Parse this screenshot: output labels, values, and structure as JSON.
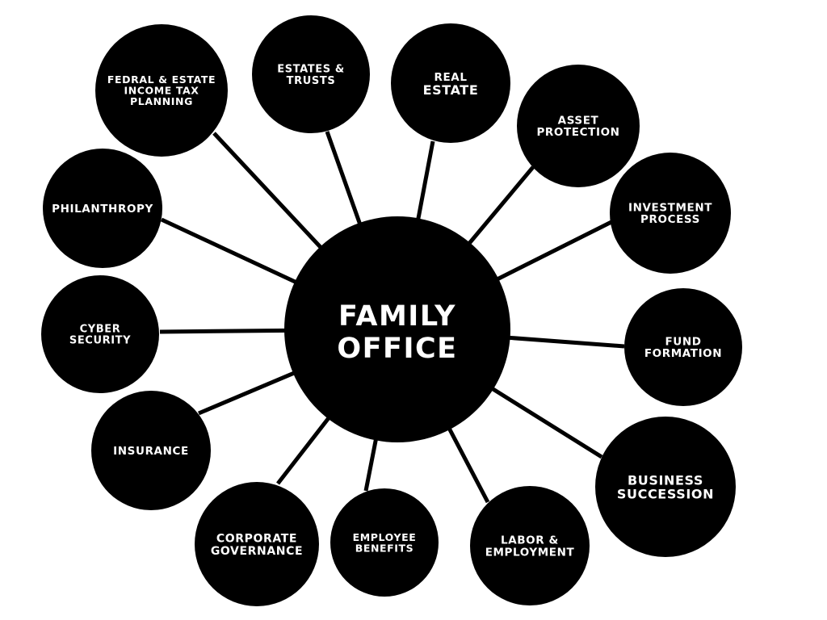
{
  "center": {
    "lines": [
      "FAMILY",
      "OFFICE"
    ]
  },
  "nodes": [
    {
      "id": "fedral-estate-income-tax-planning",
      "lines": [
        "FEDRAL & ESTATE",
        "INCOME TAX",
        "PLANNING"
      ]
    },
    {
      "id": "estates-trusts",
      "lines": [
        "ESTATES &",
        "TRUSTS"
      ]
    },
    {
      "id": "real-estate",
      "lines": [
        "REAL",
        "ESTATE"
      ]
    },
    {
      "id": "asset-protection",
      "lines": [
        "ASSET",
        "PROTECTION"
      ]
    },
    {
      "id": "investment-process",
      "lines": [
        "INVESTMENT",
        "PROCESS"
      ]
    },
    {
      "id": "fund-formation",
      "lines": [
        "FUND",
        "FORMATION"
      ]
    },
    {
      "id": "business-succession",
      "lines": [
        "BUSINESS",
        "SUCCESSION"
      ]
    },
    {
      "id": "labor-employment",
      "lines": [
        "LABOR &",
        "EMPLOYMENT"
      ]
    },
    {
      "id": "employee-benefits",
      "lines": [
        "EMPLOYEE",
        "BENEFITS"
      ]
    },
    {
      "id": "corporate-governance",
      "lines": [
        "CORPORATE",
        "GOVERNANCE"
      ]
    },
    {
      "id": "insurance",
      "lines": [
        "INSURANCE"
      ]
    },
    {
      "id": "cyber-security",
      "lines": [
        "CYBER",
        "SECURITY"
      ]
    },
    {
      "id": "philanthropy",
      "lines": [
        "PHILANTHROPY"
      ]
    }
  ],
  "colors": {
    "background": "#ffffff",
    "node": "#000000",
    "text": "#ffffff"
  }
}
